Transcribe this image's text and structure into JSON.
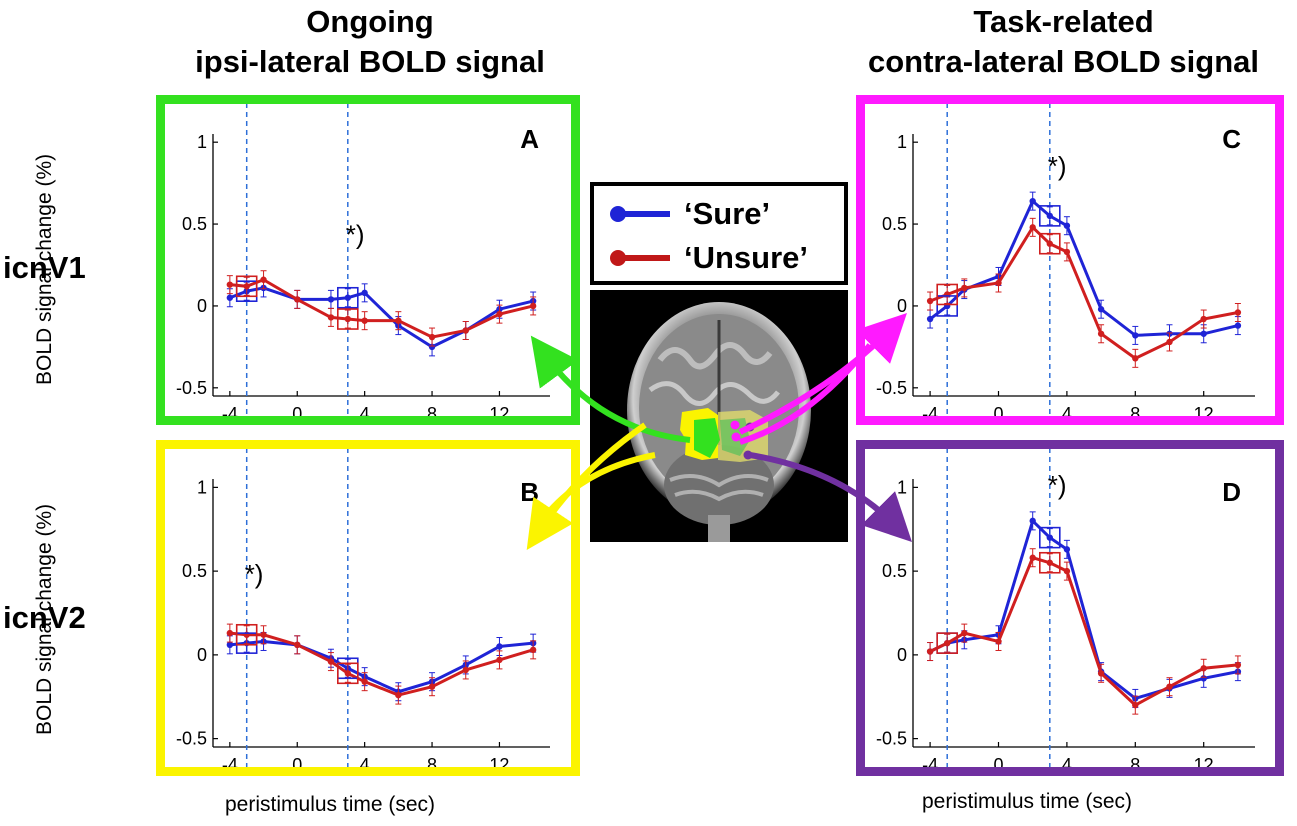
{
  "columns": {
    "left_title_line1": "Ongoing",
    "left_title_line2": "ipsi-lateral BOLD signal",
    "right_title_line1": "Task-related",
    "right_title_line2": "contra-lateral BOLD signal"
  },
  "rows": {
    "top": "icnV1",
    "bottom": "icnV2"
  },
  "axis_labels": {
    "ylabel_top": "BOLD signal change (%)",
    "ylabel_bottom": "BOLD signal change (%)",
    "xlabel_left": "peristimulus time (sec)",
    "xlabel_right": "peristimulus time (sec)"
  },
  "legend": {
    "sure": "‘Sure’",
    "unsure": "‘Unsure’",
    "sure_color": "#1f24d6",
    "unsure_color": "#d01f1f"
  },
  "colors": {
    "panel_A": "#33e11f",
    "panel_B": "#fbf400",
    "panel_C": "#ff1aff",
    "panel_D": "#7030a0",
    "dashed": "#2e6fd8"
  },
  "chart_data": [
    {
      "type": "line",
      "panel": "A",
      "xticks": [
        "-4",
        "0",
        "4",
        "8",
        "12"
      ],
      "yticks": [
        "1",
        "0.5",
        "0",
        "-0.5"
      ],
      "xlim": [
        -5,
        15
      ],
      "ylim": [
        -0.55,
        1.05
      ],
      "dashed_x": [
        -3,
        3
      ],
      "marker_boxes": [
        {
          "x": -3,
          "series": "Sure",
          "y": 0.09
        },
        {
          "x": -3,
          "series": "Unsure",
          "y": 0.12
        },
        {
          "x": 3,
          "series": "Sure",
          "y": 0.05
        },
        {
          "x": 3,
          "series": "Unsure",
          "y": -0.08
        }
      ],
      "annotation": {
        "text": "*)",
        "x": 3,
        "y": 0.38
      },
      "series": [
        {
          "name": "Sure",
          "x": [
            -4,
            -3,
            -2,
            0,
            2,
            3,
            4,
            6,
            8,
            10,
            12,
            14
          ],
          "values": [
            0.05,
            0.09,
            0.11,
            0.04,
            0.04,
            0.05,
            0.08,
            -0.12,
            -0.25,
            -0.15,
            -0.02,
            0.03
          ]
        },
        {
          "name": "Unsure",
          "x": [
            -4,
            -3,
            -2,
            0,
            2,
            3,
            4,
            6,
            8,
            10,
            12,
            14
          ],
          "values": [
            0.13,
            0.12,
            0.16,
            0.04,
            -0.07,
            -0.08,
            -0.09,
            -0.09,
            -0.19,
            -0.15,
            -0.05,
            0.0
          ]
        }
      ]
    },
    {
      "type": "line",
      "panel": "B",
      "xticks": [
        "-4",
        "0",
        "4",
        "8",
        "12"
      ],
      "yticks": [
        "1",
        "0.5",
        "0",
        "-0.5"
      ],
      "xlim": [
        -5,
        15
      ],
      "ylim": [
        -0.55,
        1.05
      ],
      "dashed_x": [
        -3,
        3
      ],
      "marker_boxes": [
        {
          "x": -3,
          "series": "Sure",
          "y": 0.07
        },
        {
          "x": -3,
          "series": "Unsure",
          "y": 0.12
        },
        {
          "x": 3,
          "series": "Sure",
          "y": -0.08
        },
        {
          "x": 3,
          "series": "Unsure",
          "y": -0.11
        }
      ],
      "annotation": {
        "text": "*)",
        "x": -3,
        "y": 0.43
      },
      "series": [
        {
          "name": "Sure",
          "x": [
            -4,
            -3,
            -2,
            0,
            2,
            3,
            4,
            6,
            8,
            10,
            12,
            14
          ],
          "values": [
            0.06,
            0.07,
            0.08,
            0.06,
            -0.02,
            -0.08,
            -0.13,
            -0.22,
            -0.16,
            -0.06,
            0.05,
            0.07
          ]
        },
        {
          "name": "Unsure",
          "x": [
            -4,
            -3,
            -2,
            0,
            2,
            3,
            4,
            6,
            8,
            10,
            12,
            14
          ],
          "values": [
            0.13,
            0.12,
            0.12,
            0.06,
            -0.04,
            -0.11,
            -0.16,
            -0.24,
            -0.19,
            -0.09,
            -0.03,
            0.03
          ]
        }
      ]
    },
    {
      "type": "line",
      "panel": "C",
      "xticks": [
        "-4",
        "0",
        "4",
        "8",
        "12"
      ],
      "yticks": [
        "1",
        "0.5",
        "0",
        "-0.5"
      ],
      "xlim": [
        -5,
        15
      ],
      "ylim": [
        -0.55,
        1.05
      ],
      "dashed_x": [
        -3,
        3
      ],
      "marker_boxes": [
        {
          "x": -3,
          "series": "Sure",
          "y": 0.0
        },
        {
          "x": -3,
          "series": "Unsure",
          "y": 0.07
        },
        {
          "x": 3,
          "series": "Sure",
          "y": 0.55
        },
        {
          "x": 3,
          "series": "Unsure",
          "y": 0.38
        }
      ],
      "annotation": {
        "text": "*)",
        "x": 3,
        "y": 0.8
      },
      "series": [
        {
          "name": "Sure",
          "x": [
            -4,
            -3,
            -2,
            0,
            2,
            3,
            4,
            6,
            8,
            10,
            12,
            14
          ],
          "values": [
            -0.08,
            0.0,
            0.1,
            0.18,
            0.64,
            0.55,
            0.49,
            -0.02,
            -0.18,
            -0.17,
            -0.17,
            -0.12
          ]
        },
        {
          "name": "Unsure",
          "x": [
            -4,
            -3,
            -2,
            0,
            2,
            3,
            4,
            6,
            8,
            10,
            12,
            14
          ],
          "values": [
            0.03,
            0.07,
            0.11,
            0.14,
            0.48,
            0.38,
            0.33,
            -0.17,
            -0.32,
            -0.22,
            -0.08,
            -0.04
          ]
        }
      ]
    },
    {
      "type": "line",
      "panel": "D",
      "xticks": [
        "-4",
        "0",
        "4",
        "8",
        "12"
      ],
      "yticks": [
        "1",
        "0.5",
        "0",
        "-0.5"
      ],
      "xlim": [
        -5,
        15
      ],
      "ylim": [
        -0.55,
        1.05
      ],
      "dashed_x": [
        -3,
        3
      ],
      "marker_boxes": [
        {
          "x": -3,
          "series": "Sure",
          "y": 0.07
        },
        {
          "x": -3,
          "series": "Unsure",
          "y": 0.07
        },
        {
          "x": 3,
          "series": "Sure",
          "y": 0.7
        },
        {
          "x": 3,
          "series": "Unsure",
          "y": 0.55
        }
      ],
      "annotation": {
        "text": "*)",
        "x": 3,
        "y": 0.96
      },
      "series": [
        {
          "name": "Sure",
          "x": [
            -4,
            -3,
            -2,
            0,
            2,
            3,
            4,
            6,
            8,
            10,
            12,
            14
          ],
          "values": [
            0.02,
            0.07,
            0.09,
            0.12,
            0.8,
            0.7,
            0.63,
            -0.1,
            -0.26,
            -0.2,
            -0.14,
            -0.1
          ]
        },
        {
          "name": "Unsure",
          "x": [
            -4,
            -3,
            -2,
            0,
            2,
            3,
            4,
            6,
            8,
            10,
            12,
            14
          ],
          "values": [
            0.02,
            0.07,
            0.13,
            0.08,
            0.58,
            0.55,
            0.5,
            -0.11,
            -0.3,
            -0.19,
            -0.08,
            -0.06
          ]
        }
      ]
    }
  ]
}
